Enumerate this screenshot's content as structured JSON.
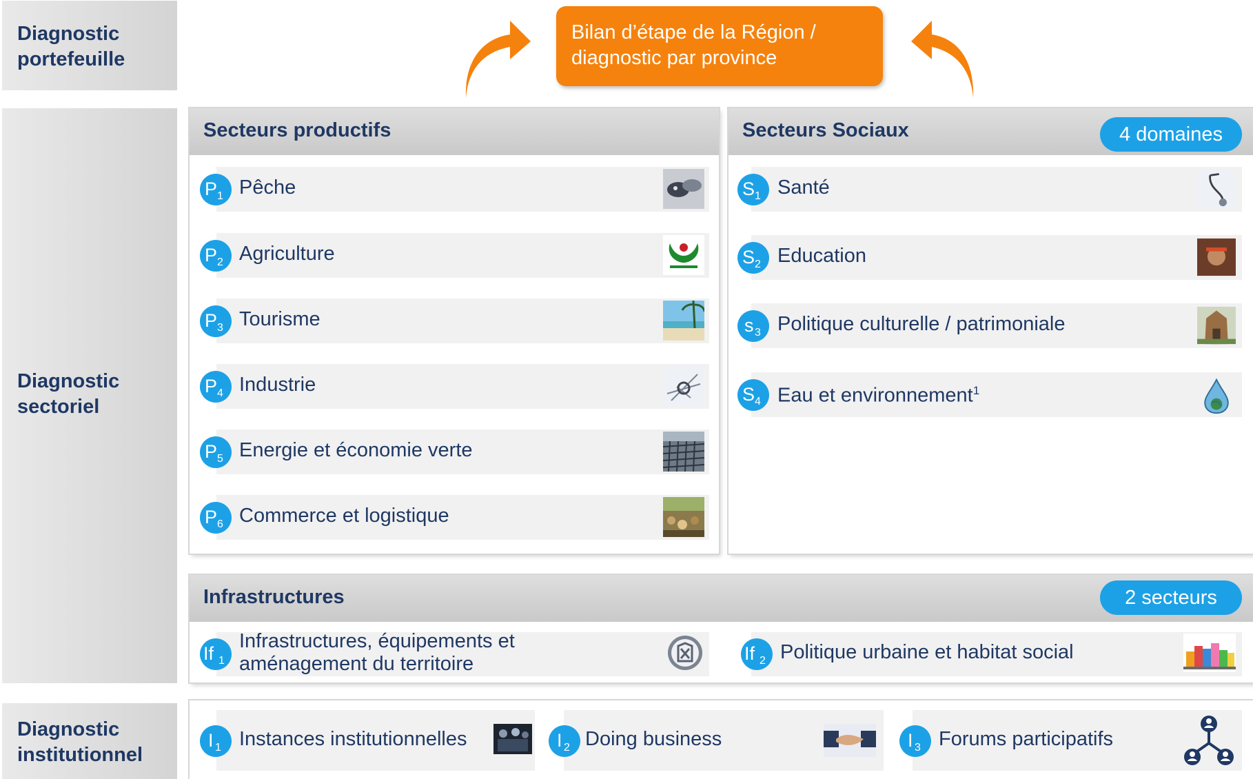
{
  "header": {
    "top_label": "Diagnostic\nportefeuille",
    "bilan_text": "Bilan d’étape de la Région /\ndiagnostic par province"
  },
  "left": {
    "sectoriel": "Diagnostic\nsectoriel",
    "institutionnel": "Diagnostic\ninstitutionnel"
  },
  "productifs": {
    "title": "Secteurs productifs",
    "items": [
      {
        "letter": "P",
        "sub": "1",
        "label": "Pêche",
        "image": "fish-photo"
      },
      {
        "letter": "P",
        "sub": "2",
        "label": "Agriculture",
        "image": "agriculture-logo"
      },
      {
        "letter": "P",
        "sub": "3",
        "label": "Tourisme",
        "image": "beach-photo"
      },
      {
        "letter": "P",
        "sub": "4",
        "label": "Industrie",
        "image": "industry-photo"
      },
      {
        "letter": "P",
        "sub": "5",
        "label": "Energie et économie verte",
        "image": "solar-panel-photo"
      },
      {
        "letter": "P",
        "sub": "6",
        "label": "Commerce et logistique",
        "image": "market-photo"
      }
    ]
  },
  "sociaux": {
    "title": "Secteurs Sociaux",
    "pill": "4 domaines",
    "items": [
      {
        "letter": "S",
        "sub": "1",
        "label": "Santé",
        "image": "stethoscope-photo"
      },
      {
        "letter": "S",
        "sub": "2",
        "label": "Education",
        "image": "education-photo"
      },
      {
        "letter": "s",
        "sub": "3",
        "label": "Politique culturelle / patrimoniale",
        "image": "monument-photo"
      },
      {
        "letter": "S",
        "sub": "4",
        "label": "Eau et environnement",
        "sup": "1",
        "image": "water-globe-icon"
      }
    ]
  },
  "infrastructures": {
    "title": "Infrastructures",
    "pill": "2 secteurs",
    "items": [
      {
        "letter": "If",
        "sub": "1",
        "label": "Infrastructures, équipements et\naménagement du territoire",
        "image": "infrastructure-icon"
      },
      {
        "letter": "If",
        "sub": "2",
        "label": "Politique urbaine et habitat social",
        "image": "city-houses-icon"
      }
    ]
  },
  "institutionnel": {
    "items": [
      {
        "letter": "I",
        "sub": "1",
        "label": "Instances institutionnelles",
        "image": "institution-photo"
      },
      {
        "letter": "I",
        "sub": "2",
        "label": "Doing business",
        "image": "handshake-photo"
      },
      {
        "letter": "I",
        "sub": "3",
        "label": "Forums participatifs",
        "image": "network-people-icon"
      }
    ]
  },
  "colors": {
    "accent_blue": "#1da1e6",
    "orange": "#f5820d",
    "navy_text": "#1f3864"
  }
}
